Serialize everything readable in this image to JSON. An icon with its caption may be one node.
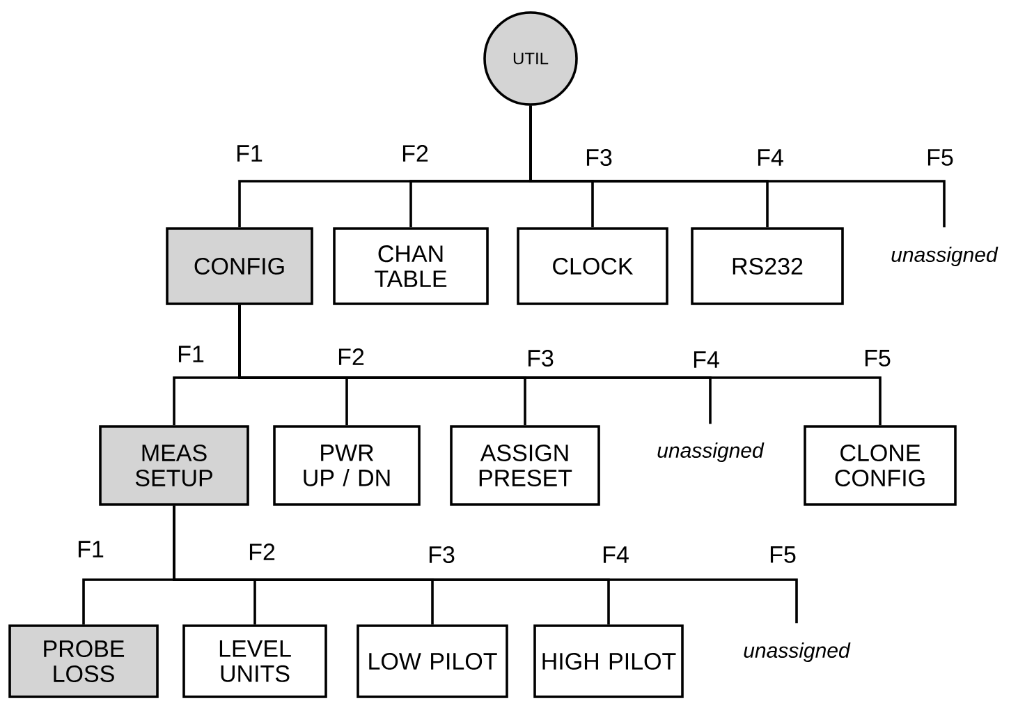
{
  "diagram": {
    "nodes": [
      {
        "text": [
          "UTIL"
        ]
      },
      {
        "text": [
          "CONFIG"
        ]
      },
      {
        "text": [
          "CHAN TABLE"
        ]
      },
      {
        "text": [
          "CLOCK"
        ]
      },
      {
        "text": [
          "RS232"
        ]
      },
      {
        "text": [
          "unassigned"
        ]
      },
      {
        "text": [
          "MEAS SETUP"
        ]
      },
      {
        "text": [
          "PWR UP / DN"
        ]
      },
      {
        "text": [
          "ASSIGN PRESET"
        ]
      },
      {
        "text": [
          "unassigned"
        ]
      },
      {
        "text": [
          "CLONE CONFIG"
        ]
      },
      {
        "text": [
          "PROBE LOSS"
        ]
      },
      {
        "text": [
          "LEVEL UNITS"
        ]
      },
      {
        "text": [
          "LOW PILOT"
        ]
      },
      {
        "text": [
          "HIGH PILOT"
        ]
      },
      {
        "text": [
          "unassigned"
        ]
      }
    ],
    "edges": [
      {
        "from": 0,
        "to": 1,
        "arrow": "none",
        "label": "F1"
      },
      {
        "from": 0,
        "to": 2,
        "arrow": "none",
        "label": "F2"
      },
      {
        "from": 0,
        "to": 3,
        "arrow": "none",
        "label": "F3"
      },
      {
        "from": 0,
        "to": 4,
        "arrow": "none",
        "label": "F4"
      },
      {
        "from": 0,
        "to": 5,
        "arrow": "none",
        "label": "F5"
      },
      {
        "from": 1,
        "to": 6,
        "arrow": "none",
        "label": "F1"
      },
      {
        "from": 1,
        "to": 7,
        "arrow": "none",
        "label": "F2"
      },
      {
        "from": 1,
        "to": 8,
        "arrow": "none",
        "label": "F3"
      },
      {
        "from": 1,
        "to": 9,
        "arrow": "none",
        "label": "F4"
      },
      {
        "from": 1,
        "to": 10,
        "arrow": "none",
        "label": "F5"
      },
      {
        "from": 6,
        "to": 11,
        "arrow": "none",
        "label": "F1"
      },
      {
        "from": 6,
        "to": 12,
        "arrow": "none",
        "label": "F2"
      },
      {
        "from": 6,
        "to": 13,
        "arrow": "none",
        "label": "F3"
      },
      {
        "from": 6,
        "to": 14,
        "arrow": "none",
        "label": "F4"
      },
      {
        "from": 6,
        "to": 15,
        "arrow": "none",
        "label": "F5"
      }
    ]
  }
}
